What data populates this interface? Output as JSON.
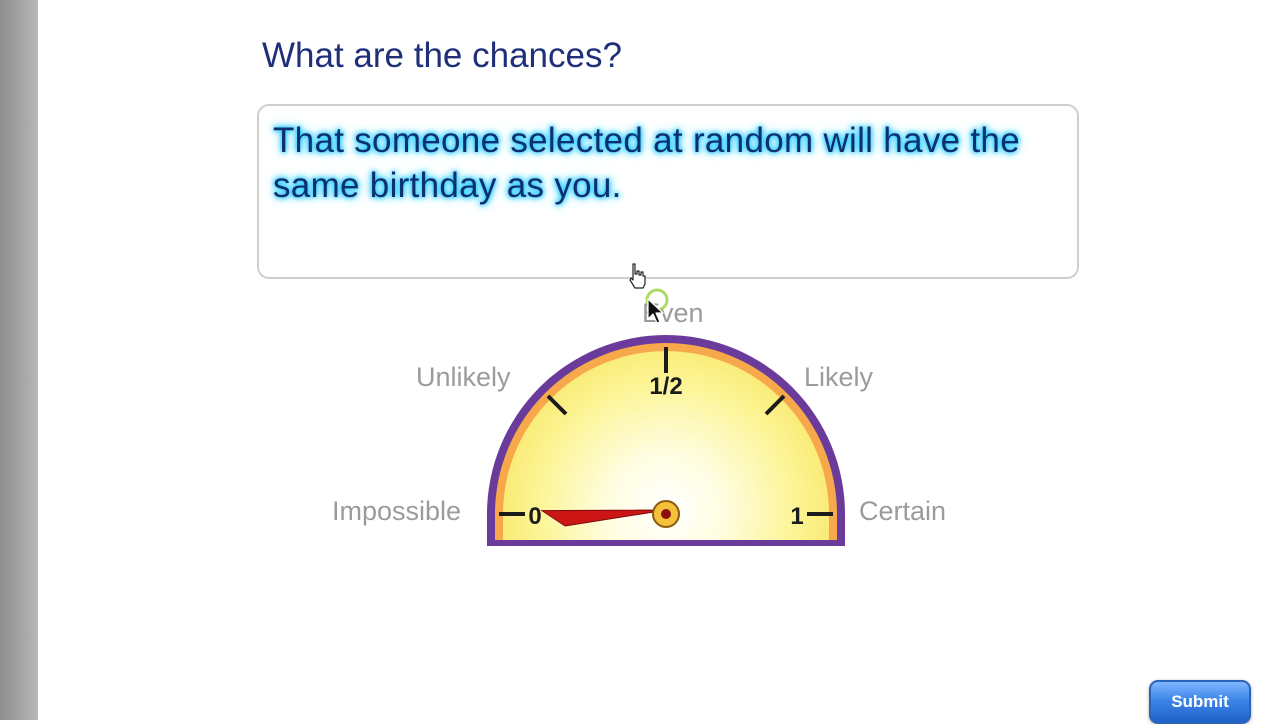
{
  "heading": "What are the chances?",
  "question": "That someone selected at random will have the same birthday as you.",
  "scale": {
    "impossible": "Impossible",
    "unlikely": "Unlikely",
    "even": "Even",
    "likely": "Likely",
    "certain": "Certain"
  },
  "gauge": {
    "tick_zero": "0",
    "tick_half": "1/2",
    "tick_one": "1",
    "needle_value": 0.03,
    "colors": {
      "rim": "#6b3b9c",
      "band": "#f7a84a",
      "face": "#fbf38a",
      "needle": "#cc1515"
    }
  },
  "submit_label": "Submit"
}
